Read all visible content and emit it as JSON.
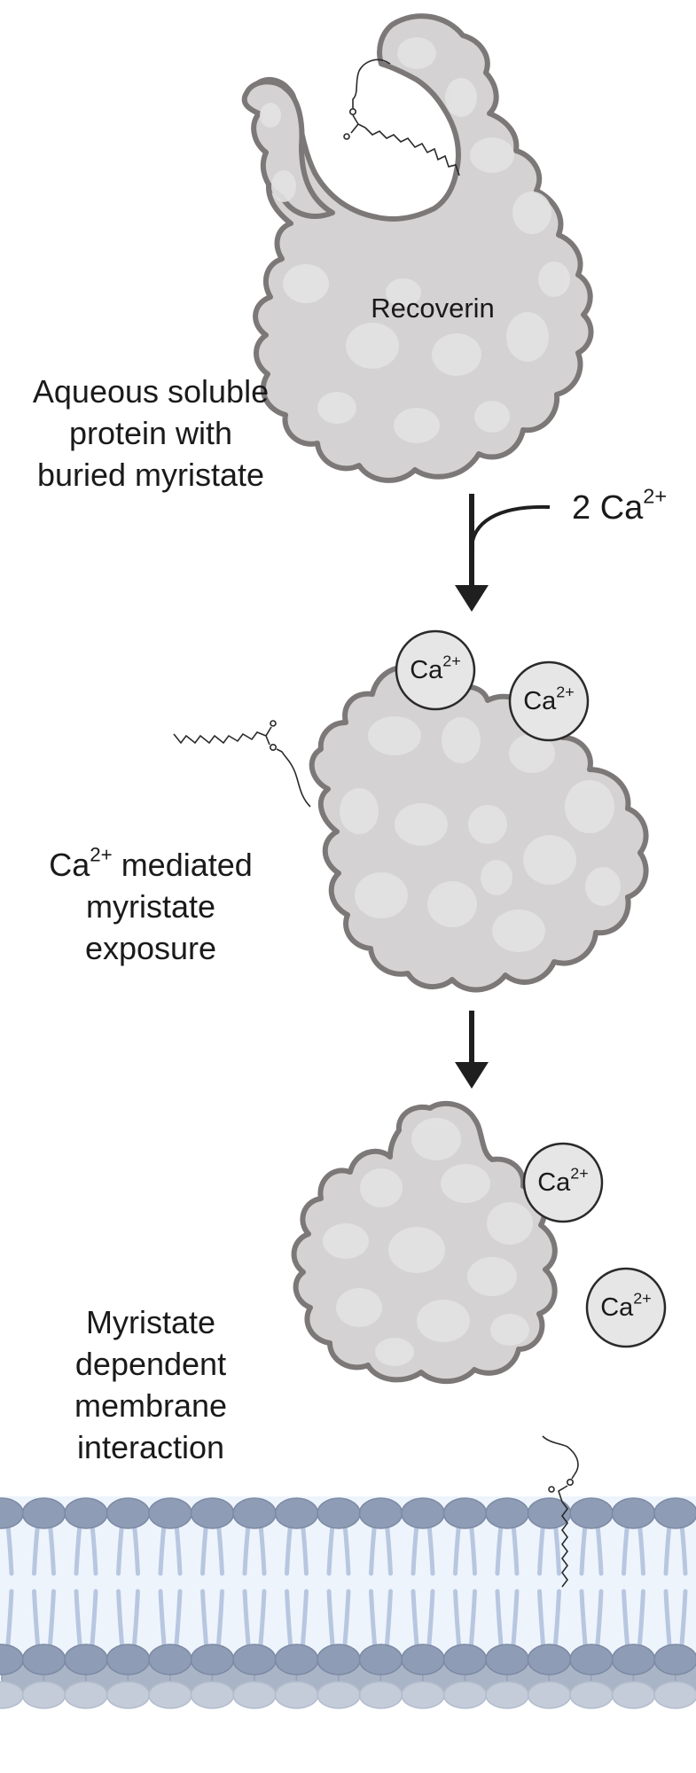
{
  "protein_name": "Recoverin",
  "steps": [
    {
      "lines": [
        "Aqueous soluble",
        "protein with",
        "buried myristate"
      ]
    },
    {
      "ca_prefix": "Ca",
      "ca_sup": "2+",
      "line1_rest": " mediated",
      "lines": [
        "myristate",
        "exposure"
      ]
    },
    {
      "lines": [
        "Myristate",
        "dependent",
        "membrane",
        "interaction"
      ]
    }
  ],
  "reagent": {
    "text": "2 Ca",
    "sup": "2+"
  },
  "calcium_ion": {
    "text": "Ca",
    "sup": "2+"
  },
  "colors": {
    "protein_fill": "#d4d2d2",
    "protein_blob": "#e3e3e3",
    "protein_stroke": "#7c7878",
    "ion_fill": "#e6e6e6",
    "arrow": "#1f1f1f",
    "lipid_head": "#8e9cb5",
    "lipid_head_dark": "#7d8aa3",
    "lipid_tail": "#b8c7e0",
    "membrane_bg": "#eef4fc"
  }
}
